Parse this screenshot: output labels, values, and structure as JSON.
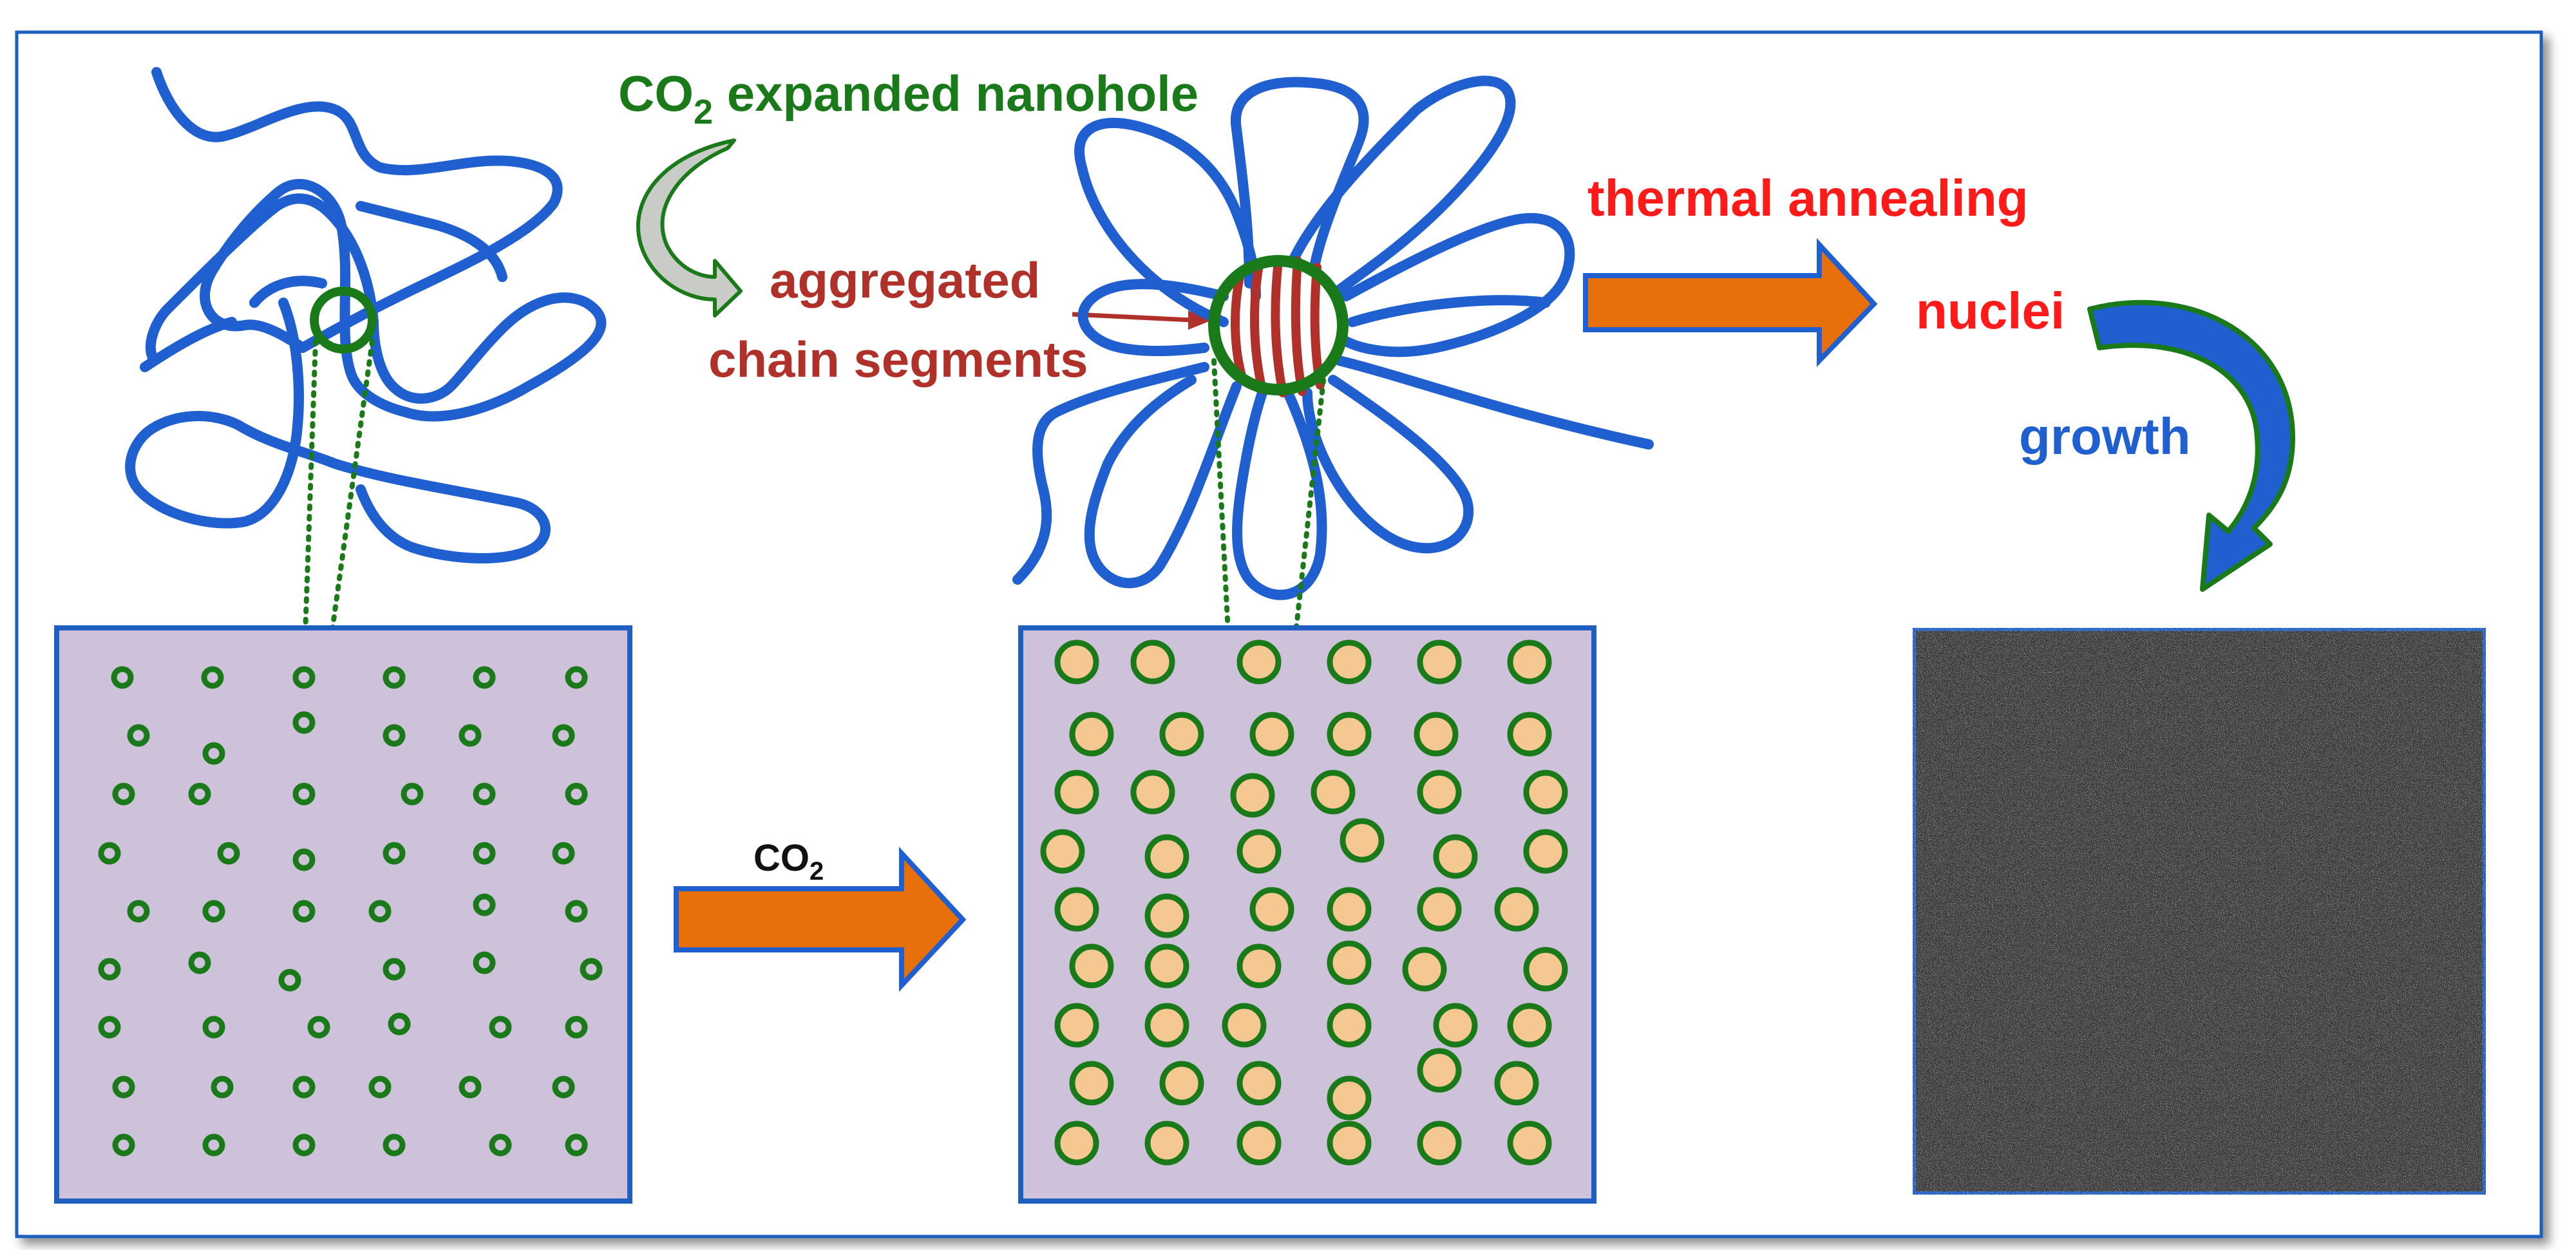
{
  "labels": {
    "nanohole_main": "CO",
    "nanohole_sub": "2",
    "nanohole_rest": " expanded nanohole",
    "aggregated_line1": "aggregated",
    "aggregated_line2": "chain segments",
    "thermal_annealing": "thermal annealing",
    "nuclei": "nuclei",
    "growth": "growth",
    "co2_arrow_main": "CO",
    "co2_arrow_sub": "2"
  },
  "colors": {
    "frame_border": "#1f5fbf",
    "chain_blue": "#1f5fcf",
    "hole_green": "#1a7a1a",
    "segment_red": "#b0302a",
    "annealing_red": "#ff1a1a",
    "growth_blue": "#1f5fcf",
    "arrow_orange": "#e8700a",
    "arrow_border": "#1f5fcf",
    "box_fill": "#cdc2d9",
    "nanohole_fill": "#f6c891",
    "micrograph_fill": "#3a3a3a",
    "text_black": "#111111"
  },
  "icons": {
    "co2_curved_arrow": "curved-arrow-icon",
    "growth_curved_arrow": "curved-arrow-icon",
    "right_arrow": "right-arrow-icon"
  }
}
